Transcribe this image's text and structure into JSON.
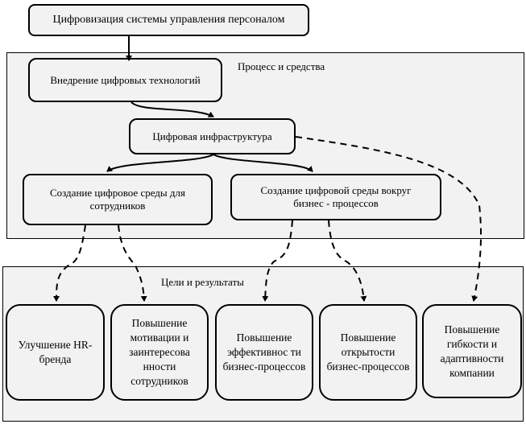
{
  "title": "Цифровизация системы управления персоналом",
  "process_panel": {
    "label": "Процесс и средства",
    "nodes": {
      "implementation": "Внедрение цифровых технологий",
      "infrastructure": "Цифровая инфраструктура",
      "employee_env": "Создание цифровое среды для сотрудников",
      "business_env": "Создание цифровой среды вокруг бизнес - процессов"
    }
  },
  "results_panel": {
    "label": "Цели и результаты",
    "results": [
      "Улучшение HR-бренда",
      "Повышение мотивации и заинтересова нности сотрудников",
      "Повышение эффективнос ти бизнес-процессов",
      "Повышение открытости бизнес-процессов",
      "Повышение гибкости и адаптивности компании"
    ]
  }
}
